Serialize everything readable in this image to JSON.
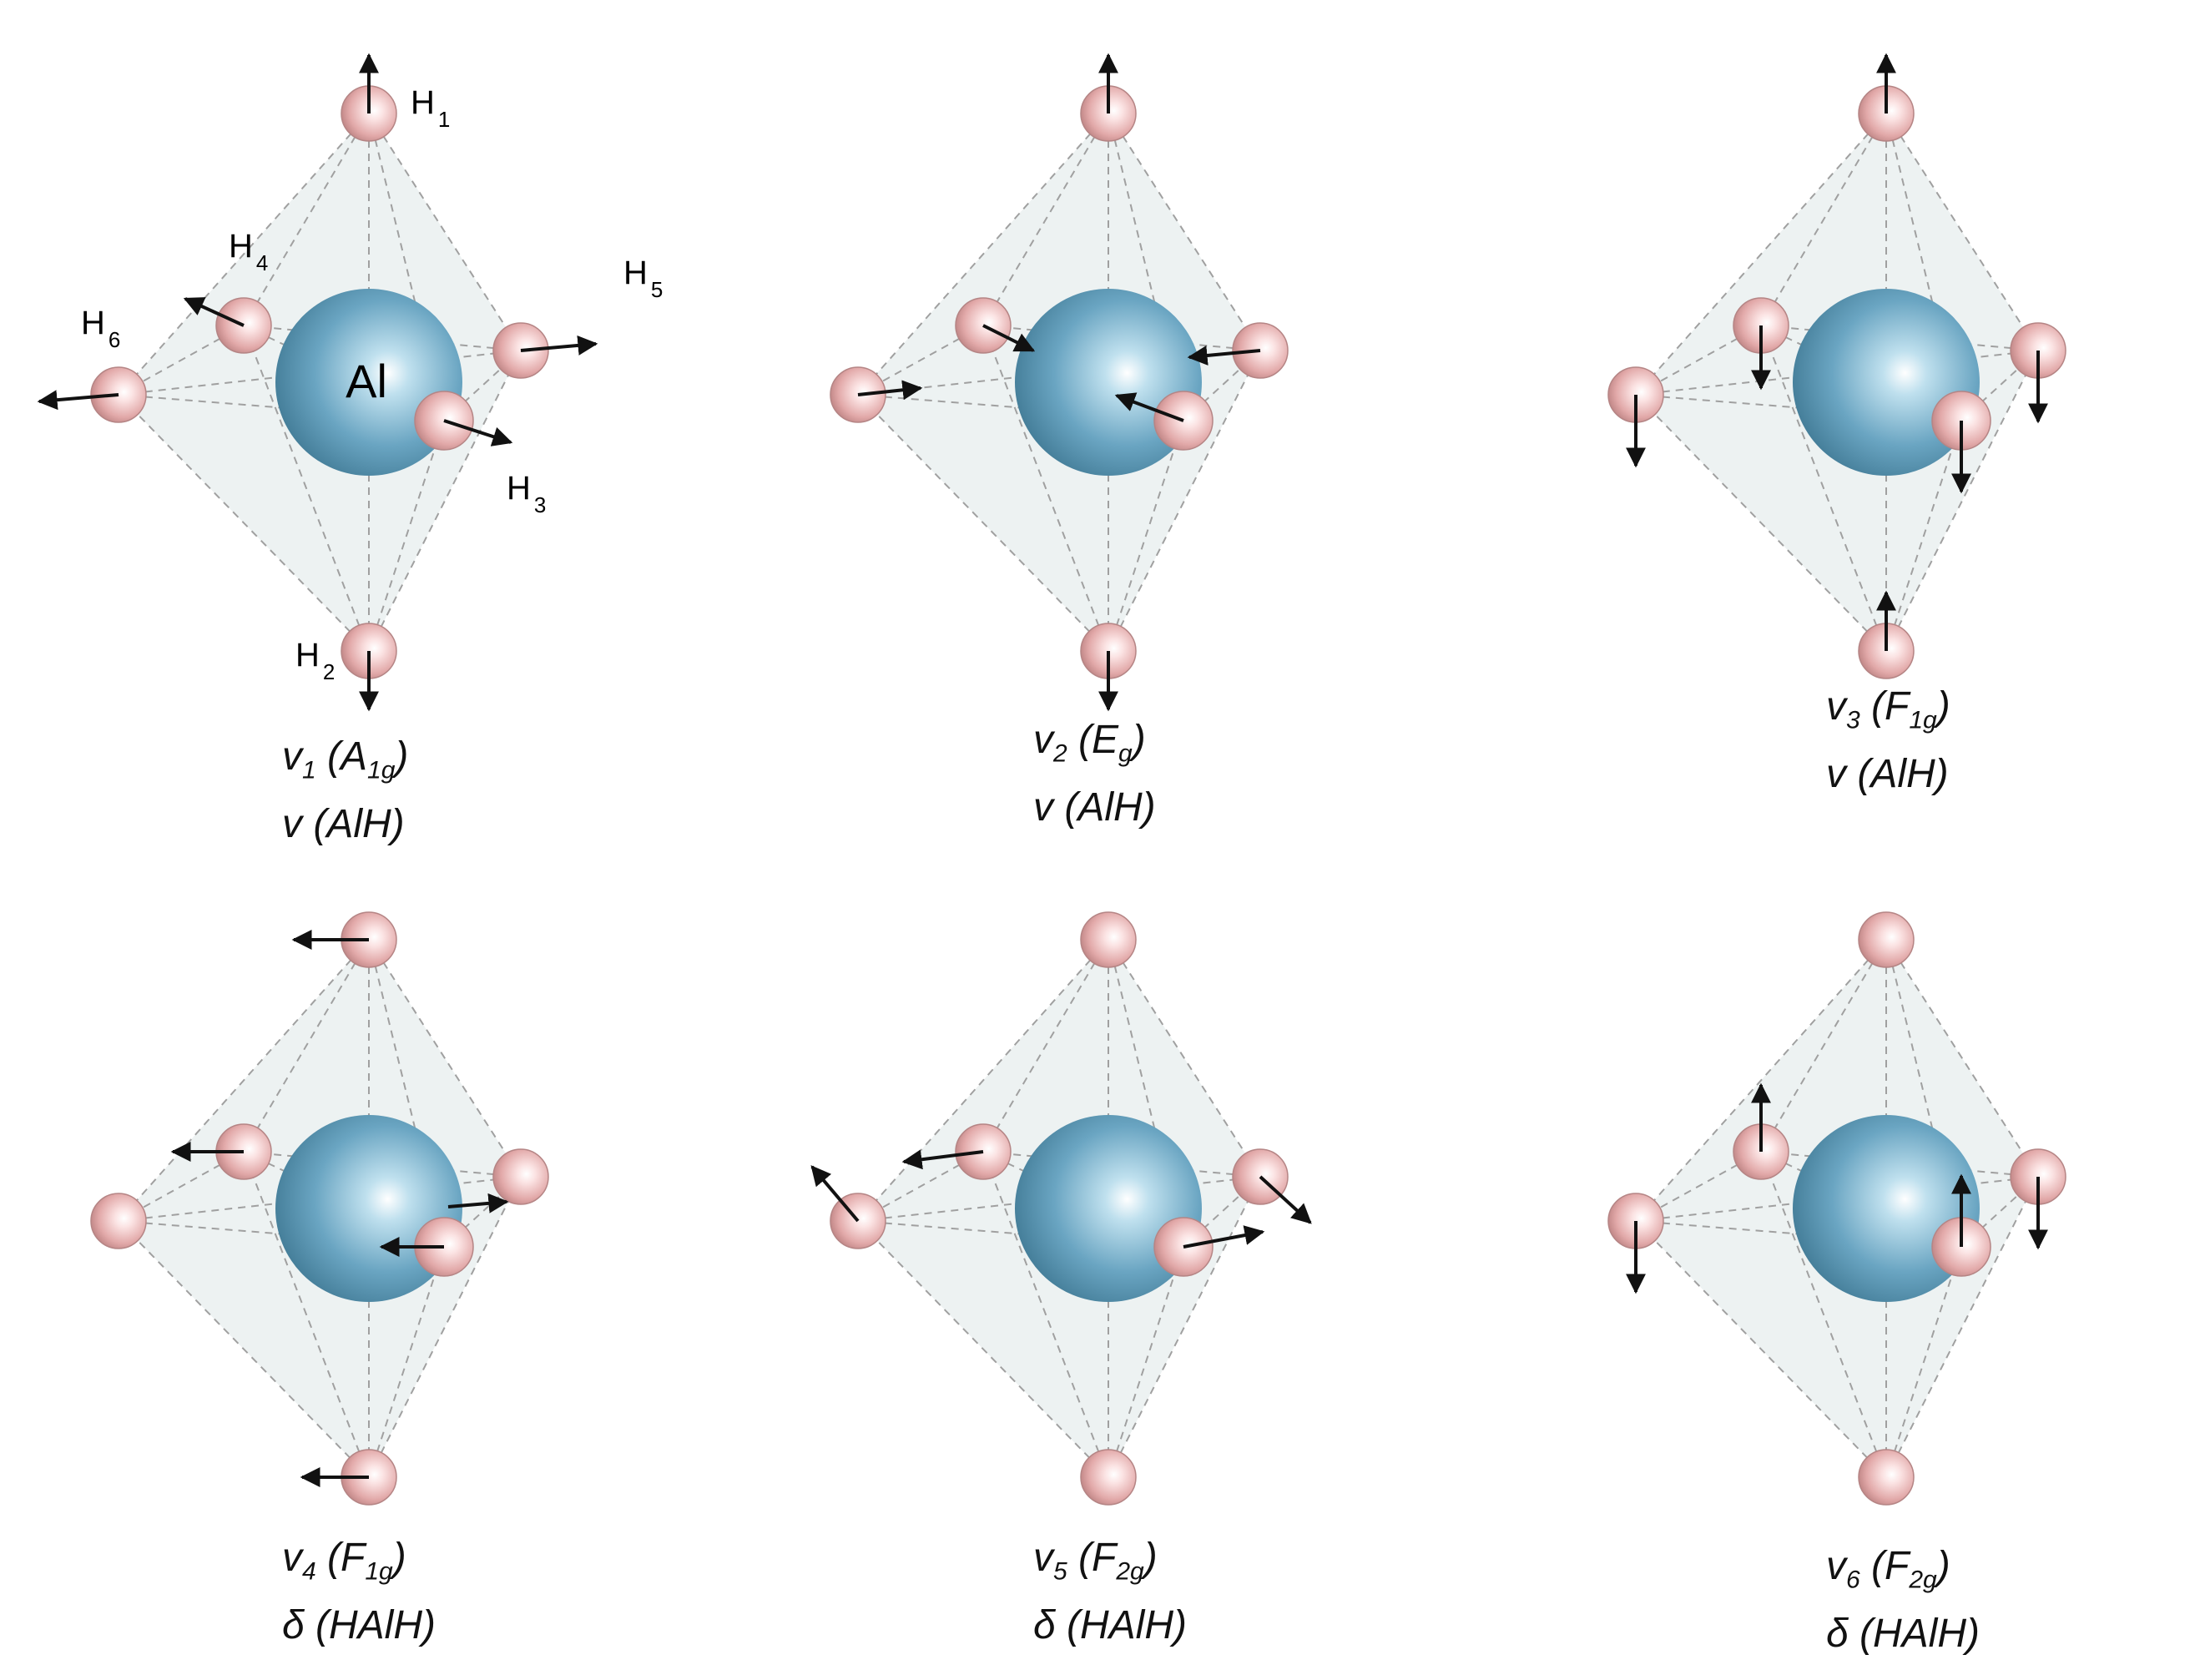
{
  "colors": {
    "aluminium": "#5a9ab8",
    "hydrogen": "#e8b0b0",
    "edge": "#a0a0a0",
    "face": "#dfe7e8",
    "arrow": "#111111"
  },
  "atom_labels": {
    "al": "Al",
    "h1": {
      "base": "H",
      "sub": "1"
    },
    "h2": {
      "base": "H",
      "sub": "2"
    },
    "h3": {
      "base": "H",
      "sub": "3"
    },
    "h4": {
      "base": "H",
      "sub": "4"
    },
    "h5": {
      "base": "H",
      "sub": "5"
    },
    "h6": {
      "base": "H",
      "sub": "6"
    }
  },
  "modes": [
    {
      "id": "v1",
      "sym": "v",
      "idx": "1",
      "irrep": "A",
      "irrep_sub": "1g",
      "motion": "v (AlH)"
    },
    {
      "id": "v2",
      "sym": "v",
      "idx": "2",
      "irrep": "E",
      "irrep_sub": "g",
      "motion": "v (AlH)"
    },
    {
      "id": "v3",
      "sym": "v",
      "idx": "3",
      "irrep": "F",
      "irrep_sub": "1g",
      "motion": "v (AlH)"
    },
    {
      "id": "v4",
      "sym": "v",
      "idx": "4",
      "irrep": "F",
      "irrep_sub": "1g",
      "motion": "δ (HAlH)"
    },
    {
      "id": "v5",
      "sym": "v",
      "idx": "5",
      "irrep": "F",
      "irrep_sub": "2g",
      "motion": "δ (HAlH)"
    },
    {
      "id": "v6",
      "sym": "v",
      "idx": "6",
      "irrep": "F",
      "irrep_sub": "2g",
      "motion": "δ (HAlH)"
    }
  ]
}
